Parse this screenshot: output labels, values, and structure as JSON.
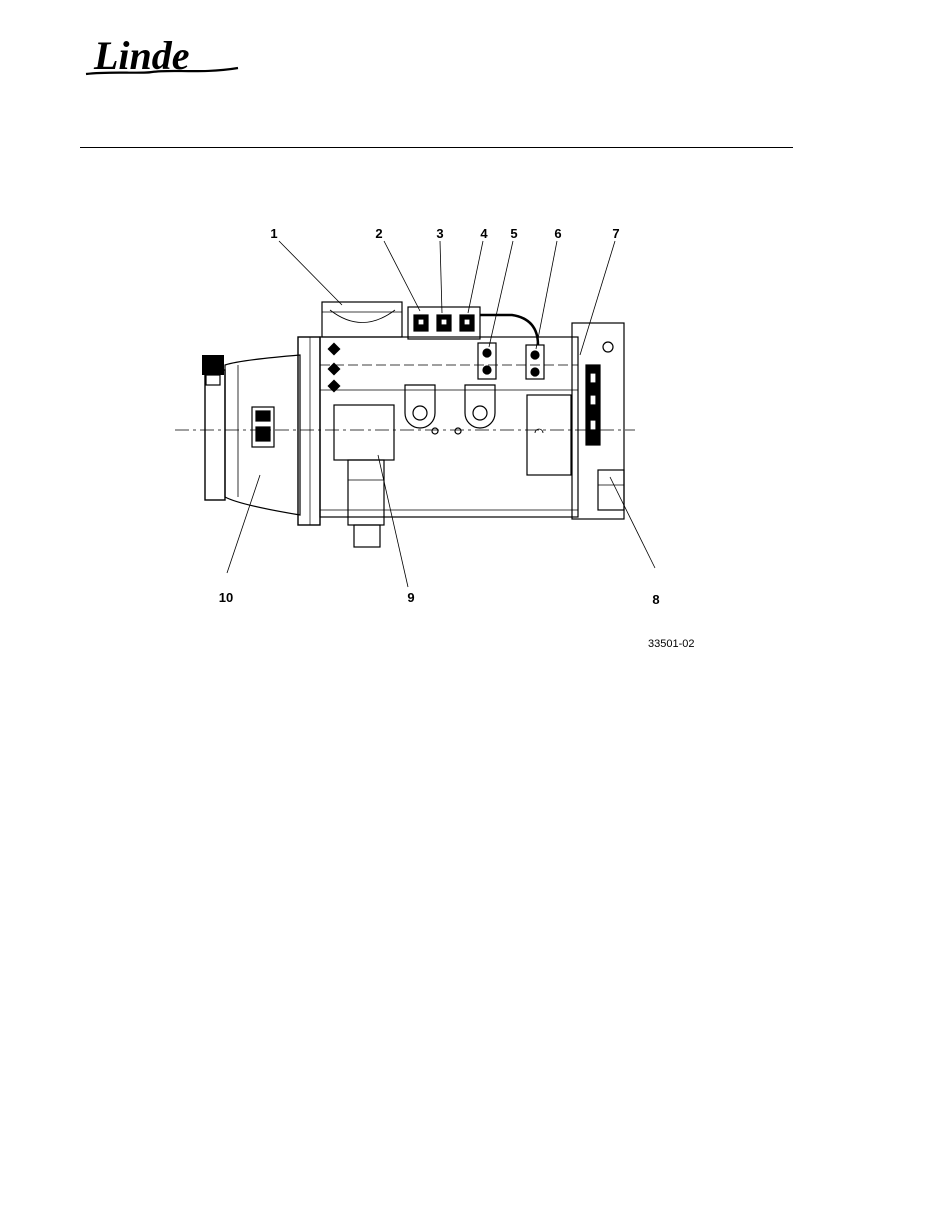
{
  "brand": {
    "logo_text": "Linde"
  },
  "figure": {
    "callouts": [
      "1",
      "2",
      "3",
      "4",
      "5",
      "6",
      "7",
      "8",
      "9",
      "10"
    ],
    "figure_id": "33501-02"
  }
}
